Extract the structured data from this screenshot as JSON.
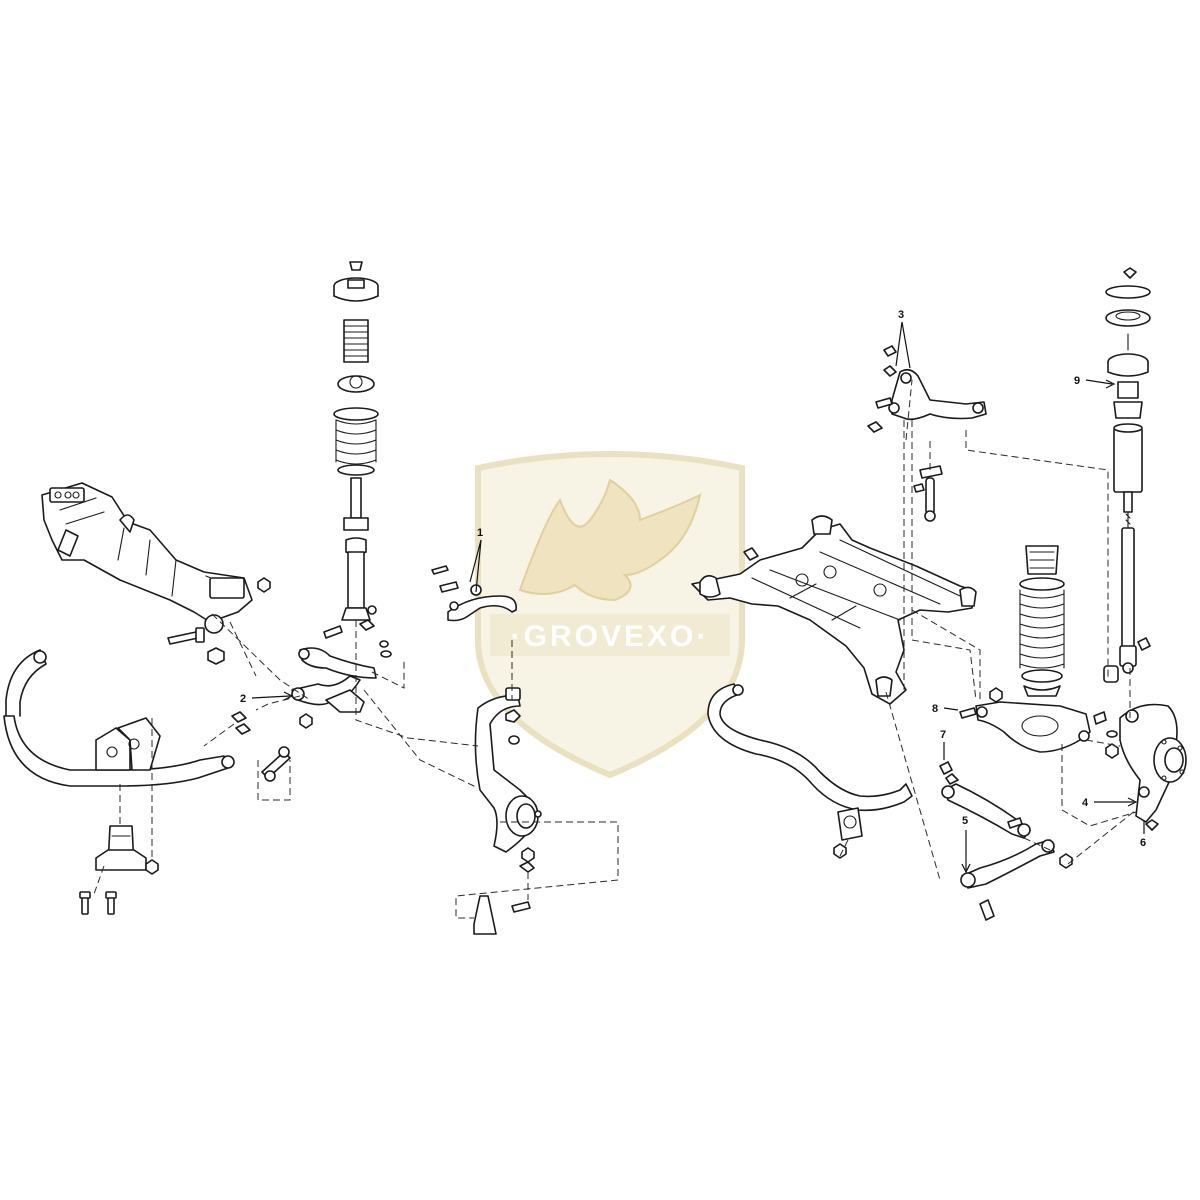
{
  "diagram": {
    "watermark": {
      "text": "·GROVEXO·",
      "colors": {
        "shield": "#d9c98f",
        "gold": "#c9a94e",
        "band": "#e8dcb0",
        "text": "#ffffff"
      }
    },
    "line_color": "#1a1a1a",
    "callouts": [
      {
        "id": "1",
        "label": "1"
      },
      {
        "id": "2",
        "label": "2"
      },
      {
        "id": "3",
        "label": "3"
      },
      {
        "id": "4",
        "label": "4"
      },
      {
        "id": "5",
        "label": "5"
      },
      {
        "id": "6",
        "label": "6"
      },
      {
        "id": "7",
        "label": "7"
      },
      {
        "id": "8",
        "label": "8"
      },
      {
        "id": "9",
        "label": "9"
      }
    ],
    "parts": [
      {
        "name": "front-subframe"
      },
      {
        "name": "front-stabilizer-bar"
      },
      {
        "name": "front-strut-assembly"
      },
      {
        "name": "front-upper-link"
      },
      {
        "name": "front-lower-link"
      },
      {
        "name": "front-knuckle"
      },
      {
        "name": "rear-subframe"
      },
      {
        "name": "rear-upper-arm"
      },
      {
        "name": "rear-coil-spring"
      },
      {
        "name": "rear-shock-absorber"
      },
      {
        "name": "rear-lower-arm"
      },
      {
        "name": "rear-lateral-link"
      },
      {
        "name": "rear-knuckle"
      },
      {
        "name": "rear-stabilizer-bar"
      }
    ]
  }
}
